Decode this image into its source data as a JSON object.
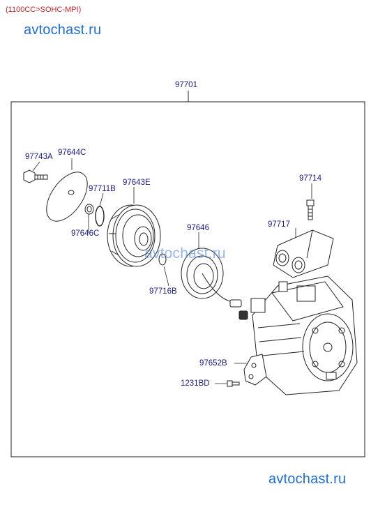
{
  "header": {
    "variant": "(1100CC>SOHC-MPI)"
  },
  "watermarks": {
    "top": "avtochast.ru",
    "middle": "avtochast.ru",
    "bottom": "avtochast.ru"
  },
  "assembly": {
    "number": "97701"
  },
  "parts": {
    "p97743A": "97743A",
    "p97644C": "97644C",
    "p97711B": "97711B",
    "p97643E": "97643E",
    "p97646C": "97646C",
    "p97646": "97646",
    "p97716B": "97716B",
    "p97714": "97714",
    "p97717": "97717",
    "p97652B": "97652B",
    "p1231BD": "1231BD"
  },
  "colors": {
    "label": "#1a1a8c",
    "watermark": "#1e6fd6",
    "header": "#cc2222",
    "line": "#222222"
  }
}
